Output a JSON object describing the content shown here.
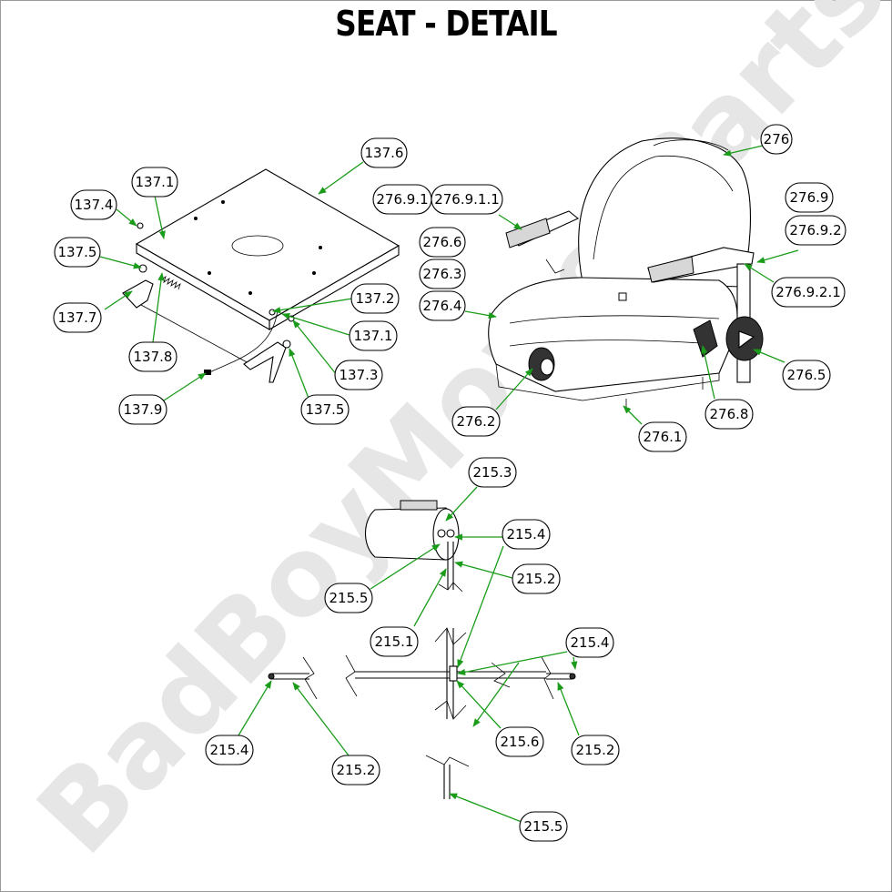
{
  "title": "SEAT - DETAIL",
  "watermark": "BadBoyMowerParts.com",
  "colors": {
    "leader": "#1a9c1a",
    "watermark": "#e6e6e6"
  },
  "callouts": {
    "c137_6": "137.6",
    "c137_1a": "137.1",
    "c137_4": "137.4",
    "c137_5a": "137.5",
    "c137_7": "137.7",
    "c137_8": "137.8",
    "c137_9": "137.9",
    "c137_2": "137.2",
    "c137_1b": "137.1",
    "c137_3": "137.3",
    "c137_5b": "137.5",
    "c276": "276",
    "c276_9_1": "276.9.1",
    "c276_9_1_1": "276.9.1.1",
    "c276_6": "276.6",
    "c276_3": "276.3",
    "c276_4": "276.4",
    "c276_9": "276.9",
    "c276_9_2": "276.9.2",
    "c276_9_2_1": "276.9.2.1",
    "c276_5": "276.5",
    "c276_2": "276.2",
    "c276_1": "276.1",
    "c276_8": "276.8",
    "c215_3": "215.3",
    "c215_4a": "215.4",
    "c215_2a": "215.2",
    "c215_5a": "215.5",
    "c215_1": "215.1",
    "c215_4b": "215.4",
    "c215_4c": "215.4",
    "c215_2b": "215.2",
    "c215_6": "215.6",
    "c215_2c": "215.2",
    "c215_5b": "215.5"
  }
}
